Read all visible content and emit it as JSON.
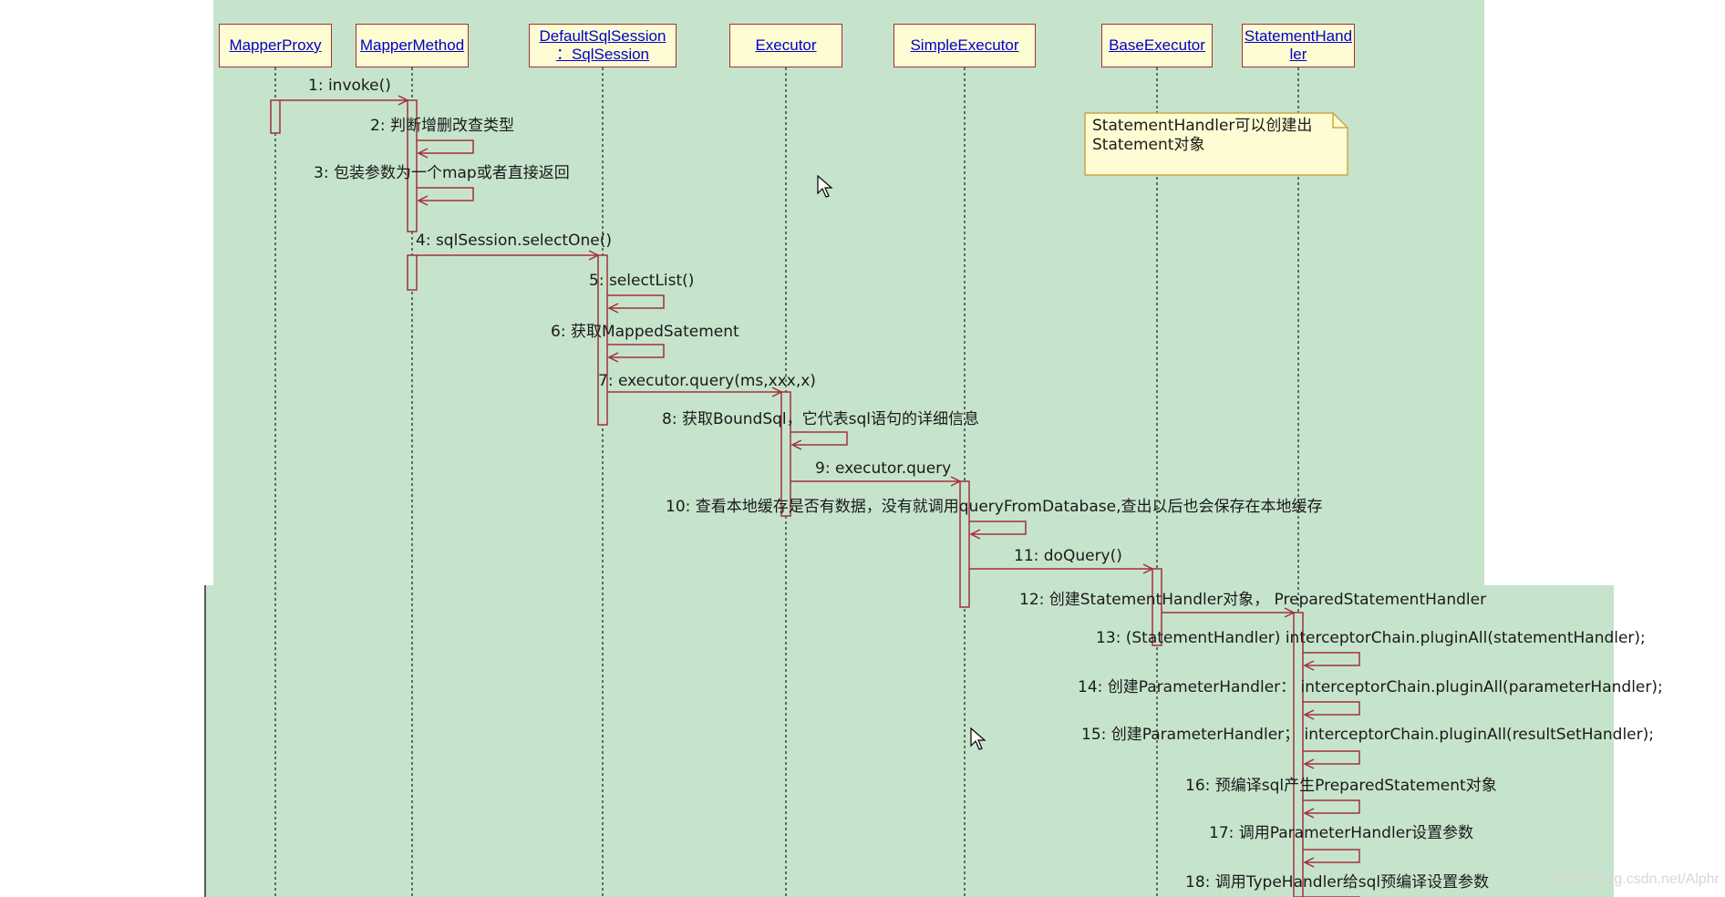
{
  "participants": [
    {
      "id": "mapperproxy",
      "label": "MapperProxy"
    },
    {
      "id": "mappermethod",
      "label": "MapperMethod"
    },
    {
      "id": "defaultsqlsession",
      "label": "DefaultSqlSession\n：SqlSession"
    },
    {
      "id": "executor",
      "label": "Executor"
    },
    {
      "id": "simpleexecutor",
      "label": "SimpleExecutor"
    },
    {
      "id": "baseexecutor",
      "label": "BaseExecutor"
    },
    {
      "id": "statementhandler",
      "label": "StatementHand\nler"
    }
  ],
  "messages": [
    {
      "id": 1,
      "label": "1: invoke()"
    },
    {
      "id": 2,
      "label": "2: 判断增删改查类型"
    },
    {
      "id": 3,
      "label": "3: 包装参数为一个map或者直接返回"
    },
    {
      "id": 4,
      "label": "4: sqlSession.selectOne()"
    },
    {
      "id": 5,
      "label": "5: selectList()"
    },
    {
      "id": 6,
      "label": "6: 获取MappedSatement"
    },
    {
      "id": 7,
      "label": "7: executor.query(ms,xxx,x)"
    },
    {
      "id": 8,
      "label": "8: 获取BoundSql，它代表sql语句的详细信息"
    },
    {
      "id": 9,
      "label": "9: executor.query"
    },
    {
      "id": 10,
      "label": "10: 查看本地缓存是否有数据，没有就调用queryFromDatabase,查出以后也会保存在本地缓存"
    },
    {
      "id": 11,
      "label": "11: doQuery()"
    },
    {
      "id": 12,
      "label": "12: 创建StatementHandler对象， PreparedStatementHandler"
    },
    {
      "id": 13,
      "label": "13: (StatementHandler) interceptorChain.pluginAll(statementHandler);"
    },
    {
      "id": 14,
      "label": "14: 创建ParameterHandler： interceptorChain.pluginAll(parameterHandler);"
    },
    {
      "id": 15,
      "label": "15: 创建ParameterHandler； interceptorChain.pluginAll(resultSetHandler);"
    },
    {
      "id": 16,
      "label": "16: 预编译sql产生PreparedStatement对象"
    },
    {
      "id": 17,
      "label": "17: 调用ParameterHandler设置参数"
    },
    {
      "id": 18,
      "label": "18: 调用TypeHandler给sql预编译设置参数"
    }
  ],
  "note": {
    "text": "StatementHandler可以创建出\nStatement对象"
  },
  "watermark": "https://blog.csdn.net/Alphr",
  "colors": {
    "background": "#c6e4cc",
    "object_fill": "#fdfcd2",
    "line": "#a33038",
    "link_text": "#0000cc"
  }
}
